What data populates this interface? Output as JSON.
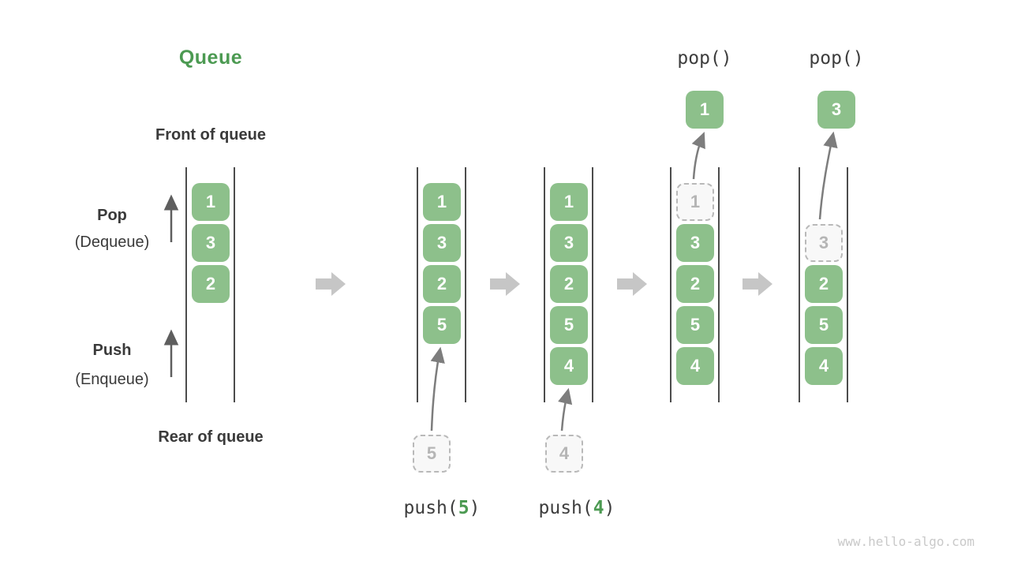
{
  "title": "Queue",
  "side_labels": {
    "front": "Front of queue",
    "rear": "Rear of queue",
    "pop": "Pop",
    "pop_sub": "(Dequeue)",
    "push": "Push",
    "push_sub": "(Enqueue)"
  },
  "code_labels": {
    "pop_1": "pop()",
    "pop_2": "pop()",
    "push_fn": "push(",
    "push_close": ")",
    "push_arg_1": "5",
    "push_arg_2": "4"
  },
  "stages": [
    {
      "cells": [
        {
          "v": "1"
        },
        {
          "v": "3"
        },
        {
          "v": "2"
        }
      ]
    },
    {
      "cells": [
        {
          "v": "1"
        },
        {
          "v": "3"
        },
        {
          "v": "2"
        },
        {
          "v": "5"
        }
      ]
    },
    {
      "cells": [
        {
          "v": "1"
        },
        {
          "v": "3"
        },
        {
          "v": "2"
        },
        {
          "v": "5"
        },
        {
          "v": "4"
        }
      ]
    },
    {
      "cells": [
        {
          "v": "1",
          "ghost": true
        },
        {
          "v": "3"
        },
        {
          "v": "2"
        },
        {
          "v": "5"
        },
        {
          "v": "4"
        }
      ]
    },
    {
      "cells": [
        {
          "v": "3",
          "ghost": true
        },
        {
          "v": "2"
        },
        {
          "v": "5"
        },
        {
          "v": "4"
        }
      ]
    }
  ],
  "popped": [
    "1",
    "3"
  ],
  "incoming": [
    "5",
    "4"
  ],
  "watermark": "www.hello-algo.com",
  "colors": {
    "cell_green": "#8dc08b",
    "accent_green": "#4c9a52",
    "text_dark": "#3a3a3a",
    "block_arrow_gray": "#c6c6c6",
    "thin_arrow_gray": "#7d7d7d",
    "ghost_border": "#b9b9b9"
  }
}
